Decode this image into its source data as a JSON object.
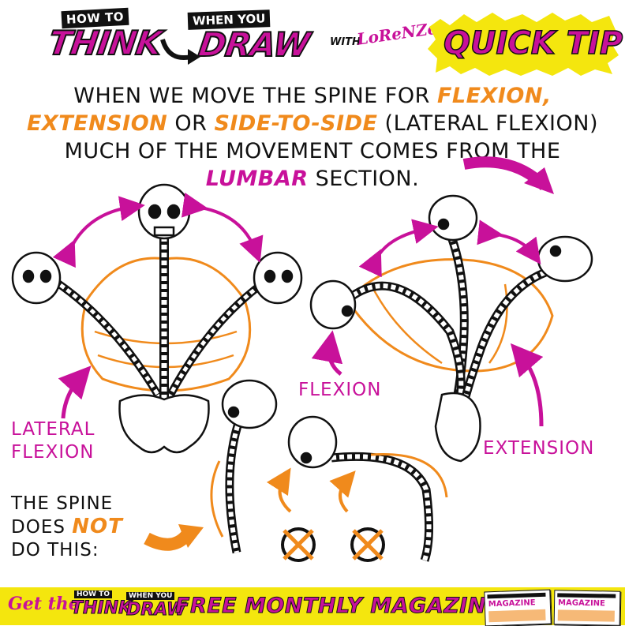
{
  "logo": {
    "how_to": "HOW TO",
    "think": "THINK",
    "when_you": "WHEN YOU",
    "draw": "DRAW",
    "with": "WITH",
    "author": "LoReNZo!"
  },
  "quick_tip": "QUICK TIP",
  "paragraph": {
    "p1": "WHEN WE MOVE THE SPINE FOR ",
    "flexion": "FLEXION,",
    "extension": "EXTENSION",
    "p2": " OR ",
    "side_to_side": "SIDE-TO-SIDE",
    "p3": " (LATERAL FLEXION) MUCH OF THE MOVEMENT COMES FROM THE ",
    "lumbar": "LUMBAR",
    "p4": " SECTION."
  },
  "labels": {
    "lateral_line1": "LATERAL",
    "lateral_line2": "FLEXION",
    "flexion": "FLEXION",
    "extension": "EXTENSION"
  },
  "spine_note": {
    "line1": "THE SPINE",
    "does": "DOES ",
    "not": "NOT",
    "line3": "DO THIS:"
  },
  "footer": {
    "get_the": "Get the",
    "how_to": "HOW TO",
    "think": "THINK",
    "when_you": "WHEN YOU",
    "draw": "DRAW",
    "offer": "FREE MONTHLY MAGAZINE",
    "magazine": "MAGAZINE"
  },
  "colors": {
    "magenta": "#c8119a",
    "orange": "#f08a1c",
    "yellow": "#f4e60e",
    "ink": "#111111"
  }
}
